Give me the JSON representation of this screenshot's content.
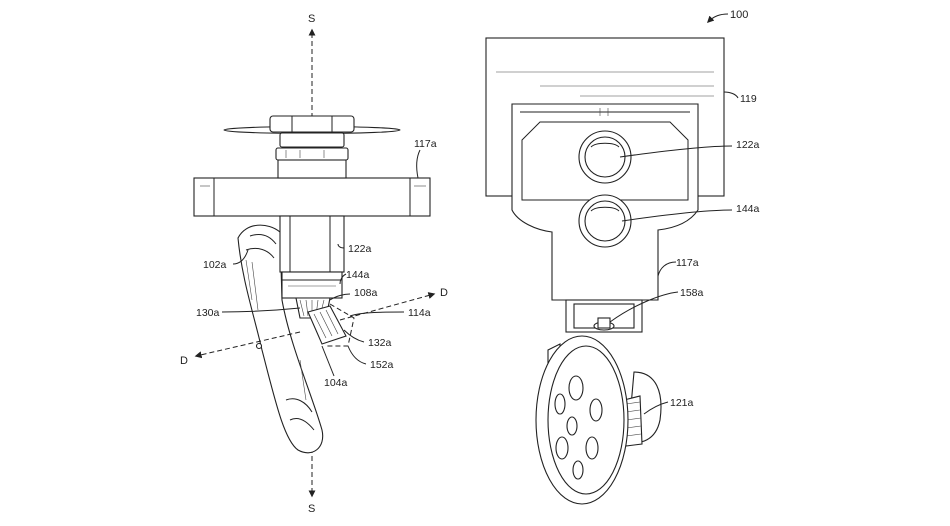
{
  "figure": {
    "number": "100",
    "left_view": {
      "axis_labels": {
        "s_top": "S",
        "s_bottom": "S",
        "d_right": "D",
        "d_left": "D"
      },
      "labels": {
        "l117a": "117a",
        "l102a": "102a",
        "l122a": "122a",
        "l144a": "144a",
        "l108a": "108a",
        "l130a": "130a",
        "l114a": "114a",
        "l132a": "132a",
        "l152a": "152a",
        "l104a": "104a"
      }
    },
    "right_view": {
      "labels": {
        "l119": "119",
        "l122a": "122a",
        "l144a": "144a",
        "l117a": "117a",
        "l158a": "158a",
        "l121a": "121a"
      }
    }
  }
}
